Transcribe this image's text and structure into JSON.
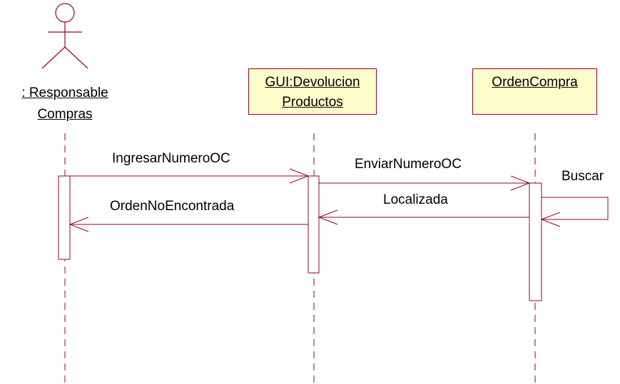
{
  "diagram": {
    "actor": {
      "line1": ": Responsable",
      "line2": "Compras"
    },
    "objects": [
      {
        "line1": "GUI:Devolucion",
        "line2": "Productos"
      },
      {
        "line1": "OrdenCompra"
      }
    ],
    "messages": {
      "ingresar": "IngresarNumeroOC",
      "enviar": "EnviarNumeroOC",
      "buscar": "Buscar",
      "localizada": "Localizada",
      "no_encontrada": "OrdenNoEncontrada"
    },
    "colors": {
      "line": "#990033",
      "box_fill": "#ffffcc",
      "text": "#000000"
    }
  }
}
